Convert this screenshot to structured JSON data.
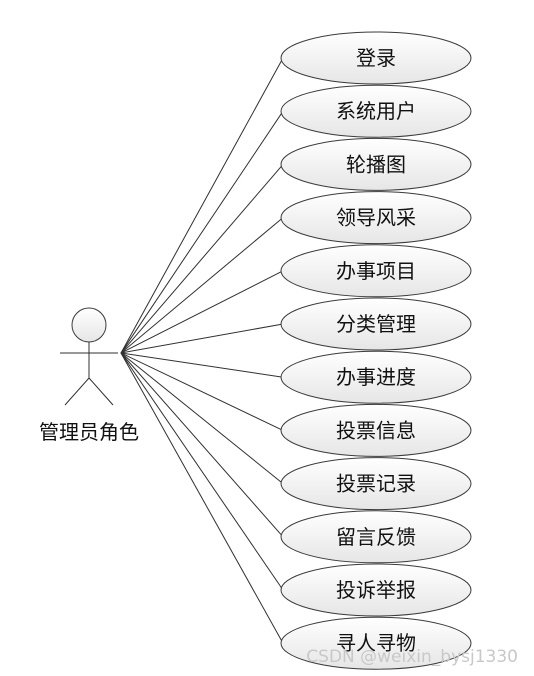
{
  "actor": {
    "label": "管理员角色",
    "icon": "stick-figure-actor-icon"
  },
  "use_cases": [
    {
      "label": "登录"
    },
    {
      "label": "系统用户"
    },
    {
      "label": "轮播图"
    },
    {
      "label": "领导风采"
    },
    {
      "label": "办事项目"
    },
    {
      "label": "分类管理"
    },
    {
      "label": "办事进度"
    },
    {
      "label": "投票信息"
    },
    {
      "label": "投票记录"
    },
    {
      "label": "留言反馈"
    },
    {
      "label": "投诉举报"
    },
    {
      "label": "寻人寻物"
    }
  ],
  "watermark": "CSDN @weixin_bysj1330",
  "colors": {
    "line": "#303030",
    "ellipse_fill_top": "#ffffff",
    "ellipse_fill_bottom": "#e6e6e6",
    "ellipse_stroke": "#3a3a3a"
  }
}
